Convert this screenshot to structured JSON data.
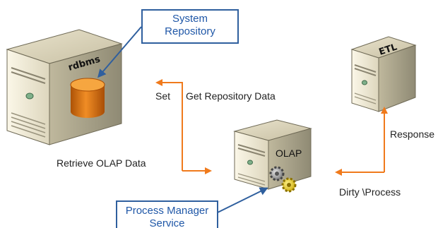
{
  "components": {
    "rdbms": {
      "label": "rdbms"
    },
    "etl": {
      "label": "ETL"
    },
    "olap": {
      "label": "OLAP"
    }
  },
  "callouts": {
    "system_repository": {
      "line1": "System",
      "line2": "Repository"
    },
    "process_manager": {
      "line1": "Process Manager",
      "line2": "Service"
    }
  },
  "flows": {
    "set": "Set",
    "get_repository_data": "Get Repository Data",
    "retrieve_olap_data": "Retrieve OLAP Data",
    "dirty_process": "Dirty \\Process",
    "response": "Response"
  },
  "colors": {
    "flow": "#f07a1c",
    "callout": "#2f5f9e",
    "callout_text": "#1f57a7",
    "database": "#e8841c"
  }
}
